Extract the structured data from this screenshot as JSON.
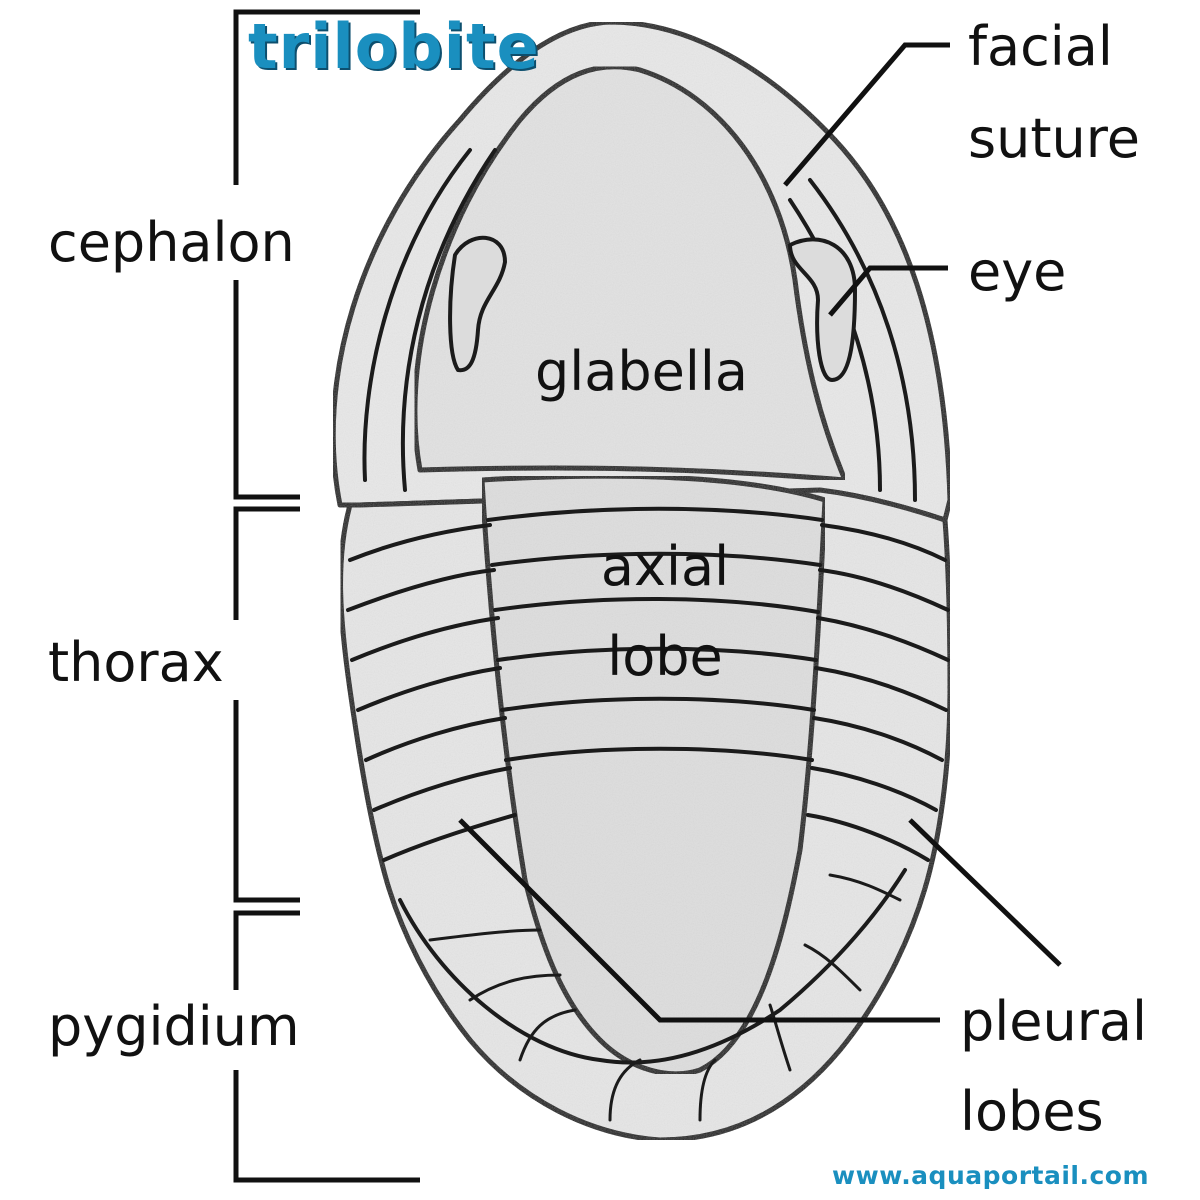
{
  "title": "trilobite",
  "labels": {
    "cephalon": "cephalon",
    "thorax": "thorax",
    "pygidium": "pygidium",
    "facial_suture_1": "facial",
    "facial_suture_2": "suture",
    "eye": "eye",
    "glabella": "glabella",
    "axial_lobe_1": "axial",
    "axial_lobe_2": "lobe",
    "pleural_lobes_1": "pleural",
    "pleural_lobes_2": "lobes"
  },
  "watermark": "www.aquaportail.com",
  "colors": {
    "title": "#1a8fbf",
    "ink": "#111111",
    "body_fill": "#e6e6e6",
    "axis_fill": "#dedede"
  }
}
